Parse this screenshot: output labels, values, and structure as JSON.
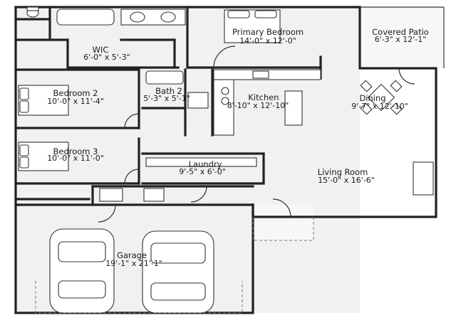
{
  "rooms": [
    {
      "id": "primary-bedroom",
      "name": "Primary Bedroom",
      "dims": "14'-0\" x 12'-0\""
    },
    {
      "id": "covered-patio",
      "name": "Covered Patio",
      "dims": "6'-3\" x 12'-1\""
    },
    {
      "id": "wic",
      "name": "WIC",
      "dims": "6'-0\" x 5'-3\""
    },
    {
      "id": "bedroom-2",
      "name": "Bedroom 2",
      "dims": "10'-0\" x 11'-4\""
    },
    {
      "id": "bath-2",
      "name": "Bath 2",
      "dims": "5'-3\" x 5'-1\""
    },
    {
      "id": "kitchen",
      "name": "Kitchen",
      "dims": "8'-10\" x 12'-10\""
    },
    {
      "id": "dining",
      "name": "Dining",
      "dims": "9'-7\" x 12'-10\""
    },
    {
      "id": "bedroom-3",
      "name": "Bedroom 3",
      "dims": "10'-0\" x 11'-0\""
    },
    {
      "id": "laundry",
      "name": "Laundry",
      "dims": "9'-5\" x 6'-0\""
    },
    {
      "id": "living-room",
      "name": "Living Room",
      "dims": "15'-0\" x 16'-6\""
    },
    {
      "id": "garage",
      "name": "Garage",
      "dims": "19'-1\" x 21'-1\""
    }
  ]
}
